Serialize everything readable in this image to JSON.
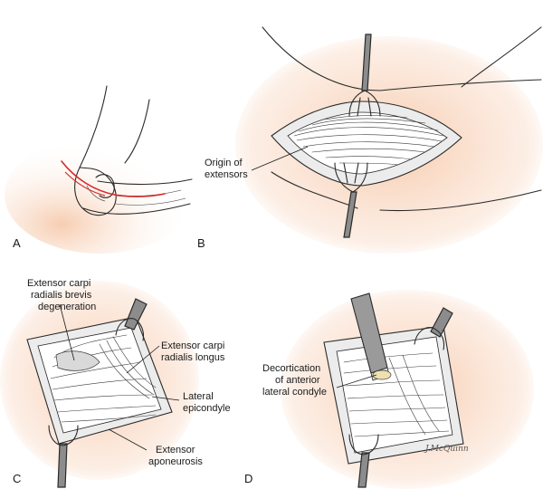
{
  "colors": {
    "skin": "#f6c7a8",
    "skin_light": "#fbe3d3",
    "wound_edge": "#d9d9d9",
    "retractor": "#8c8c8c",
    "incision": "#d42a2a"
  },
  "panels": {
    "a": {
      "letter": "A"
    },
    "b": {
      "letter": "B",
      "labels": {
        "origin_extensors_1": "Origin of",
        "origin_extensors_2": "extensors"
      }
    },
    "c": {
      "letter": "C",
      "labels": {
        "ecrb_1": "Extensor carpi",
        "ecrb_2": "radialis brevis",
        "ecrb_3": "degeneration",
        "ecrl_1": "Extensor carpi",
        "ecrl_2": "radialis longus",
        "lat_epi_1": "Lateral",
        "lat_epi_2": "epicondyle",
        "ext_apo_1": "Extensor",
        "ext_apo_2": "aponeurosis"
      }
    },
    "d": {
      "letter": "D",
      "labels": {
        "decort_1": "Decortication",
        "decort_2": "of anterior",
        "decort_3": "lateral condyle"
      }
    }
  },
  "signature": "J.McQuinn"
}
